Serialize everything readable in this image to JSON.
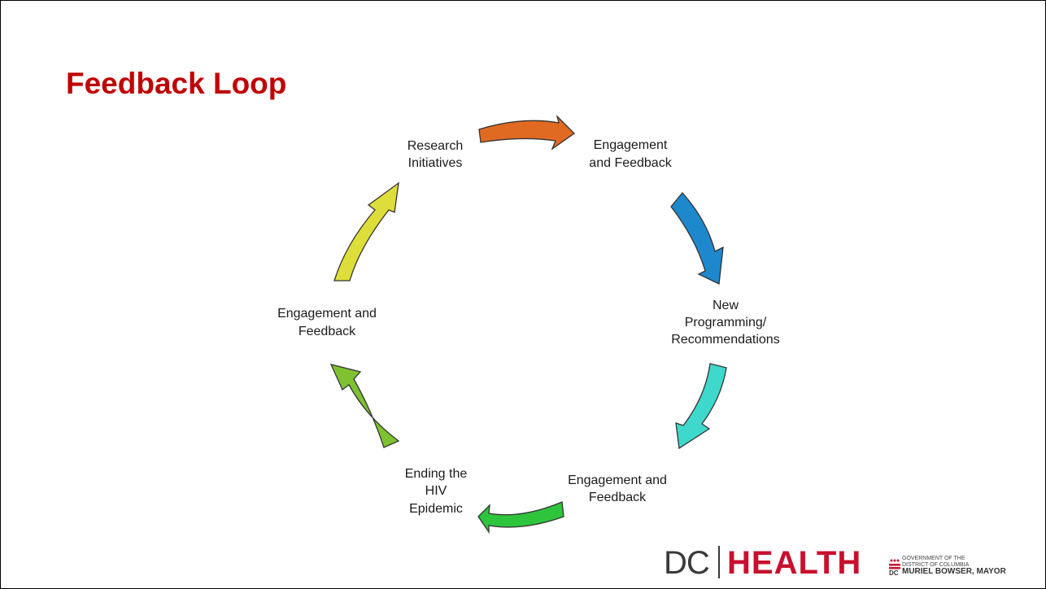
{
  "title": "Feedback Loop",
  "nodes": {
    "research": [
      "Research",
      "Initiatives"
    ],
    "engagement_top": [
      "Engagement",
      "and Feedback"
    ],
    "new_programming": [
      "New",
      "Programming/",
      "Recommendations"
    ],
    "engagement_bottom": [
      "Engagement and",
      "Feedback"
    ],
    "ending_hiv": [
      "Ending the",
      "HIV",
      "Epidemic"
    ],
    "engagement_left": [
      "Engagement and",
      "Feedback"
    ]
  },
  "arrow_colors": {
    "research_to_engagement": "#e06a22",
    "engagement_to_programming": "#1d88cc",
    "programming_to_engagement": "#3fd8cc",
    "engagement_to_ending": "#2ec43c",
    "ending_to_engagement": "#7ec231",
    "engagement_to_research": "#dede3a"
  },
  "footer": {
    "logo_dc": "DC",
    "logo_health": "HEALTH",
    "gov_line1": "GOVERNMENT OF THE",
    "gov_line2": "DISTRICT OF COLUMBIA",
    "gov_line3": "MURIEL BOWSER, MAYOR"
  },
  "brand_colors": {
    "title": "#c00000",
    "health": "#c8102e"
  }
}
